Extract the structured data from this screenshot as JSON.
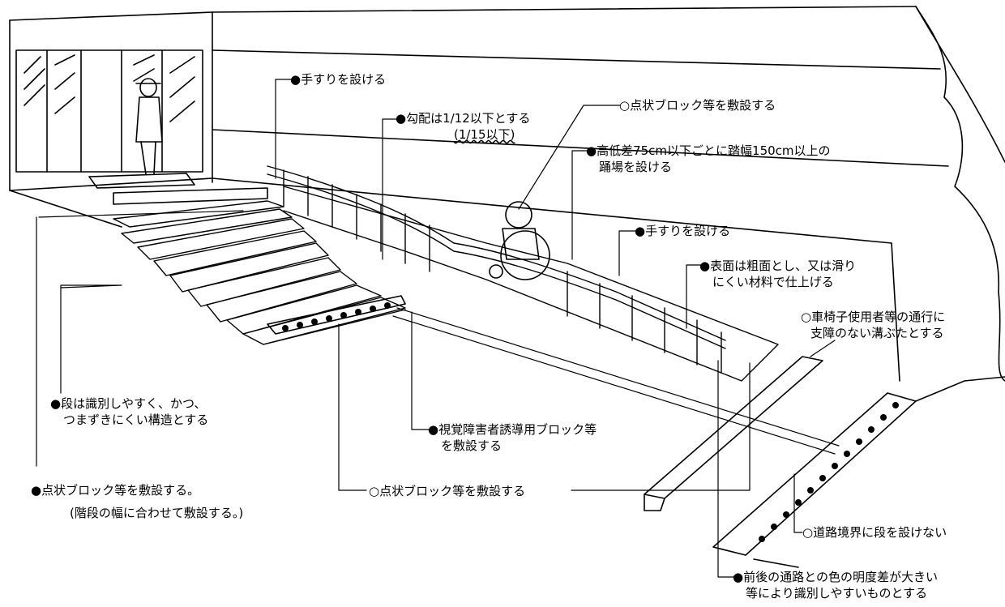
{
  "annotations": [
    {
      "id": "handrail-upper",
      "lines": [
        "●手すりを設ける"
      ]
    },
    {
      "id": "slope",
      "lines": [
        "●勾配は1/12以下とする",
        "(1/15以下)"
      ]
    },
    {
      "id": "tactile-top",
      "lines": [
        "○点状ブロック等を敷設する"
      ]
    },
    {
      "id": "landing",
      "lines": [
        "●高低差75cm以下ごとに踏幅150cm以上の",
        "踊場を設ける"
      ]
    },
    {
      "id": "handrail-lower",
      "lines": [
        "●手すりを設ける"
      ]
    },
    {
      "id": "surface",
      "lines": [
        "●表面は粗面とし、又は滑り",
        "にくい材料で仕上げる"
      ]
    },
    {
      "id": "drain",
      "lines": [
        "○車椅子使用者等の通行に",
        "支障のない溝ぶたとする"
      ]
    },
    {
      "id": "steps",
      "lines": [
        "●段は識別しやすく、かつ、",
        "つまずきにくい構造とする"
      ]
    },
    {
      "id": "guide-block",
      "lines": [
        "●視覚障害者誘導用ブロック等",
        "を敷設する"
      ]
    },
    {
      "id": "stair-tactile",
      "lines": [
        "●点状ブロック等を敷設する。",
        "(階段の幅に合わせて敷設する。)"
      ]
    },
    {
      "id": "ramp-tactile",
      "lines": [
        "○点状ブロック等を敷設する"
      ]
    },
    {
      "id": "road-boundary",
      "lines": [
        "○道路境界に段を設けない"
      ]
    },
    {
      "id": "contrast",
      "lines": [
        "●前後の通路との色の明度差が大きい",
        "等により識別しやすいものとする"
      ]
    }
  ]
}
